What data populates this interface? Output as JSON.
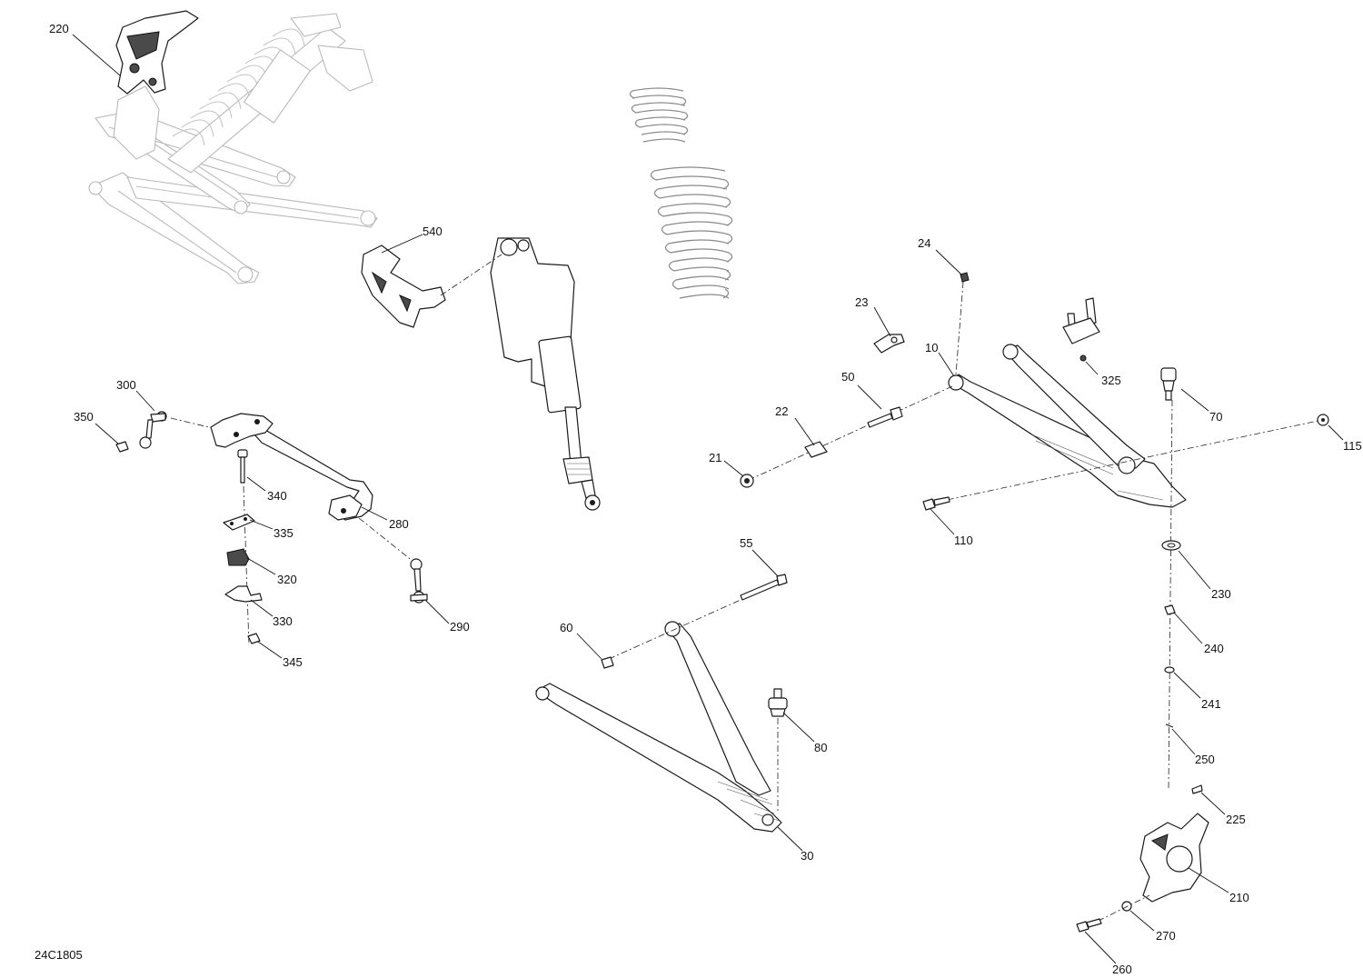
{
  "diagram": {
    "code": "24C1805",
    "callouts": {
      "c220": "220",
      "c540": "540",
      "c300": "300",
      "c350": "350",
      "c340": "340",
      "c335": "335",
      "c320": "320",
      "c330": "330",
      "c345": "345",
      "c280": "280",
      "c290": "290",
      "c24": "24",
      "c23": "23",
      "c10": "10",
      "c50": "50",
      "c22": "22",
      "c21": "21",
      "c325": "325",
      "c70": "70",
      "c115": "115",
      "c110": "110",
      "c230": "230",
      "c240": "240",
      "c241": "241",
      "c250": "250",
      "c225": "225",
      "c210": "210",
      "c270": "270",
      "c260": "260",
      "c55": "55",
      "c60": "60",
      "c80": "80",
      "c30": "30"
    }
  }
}
